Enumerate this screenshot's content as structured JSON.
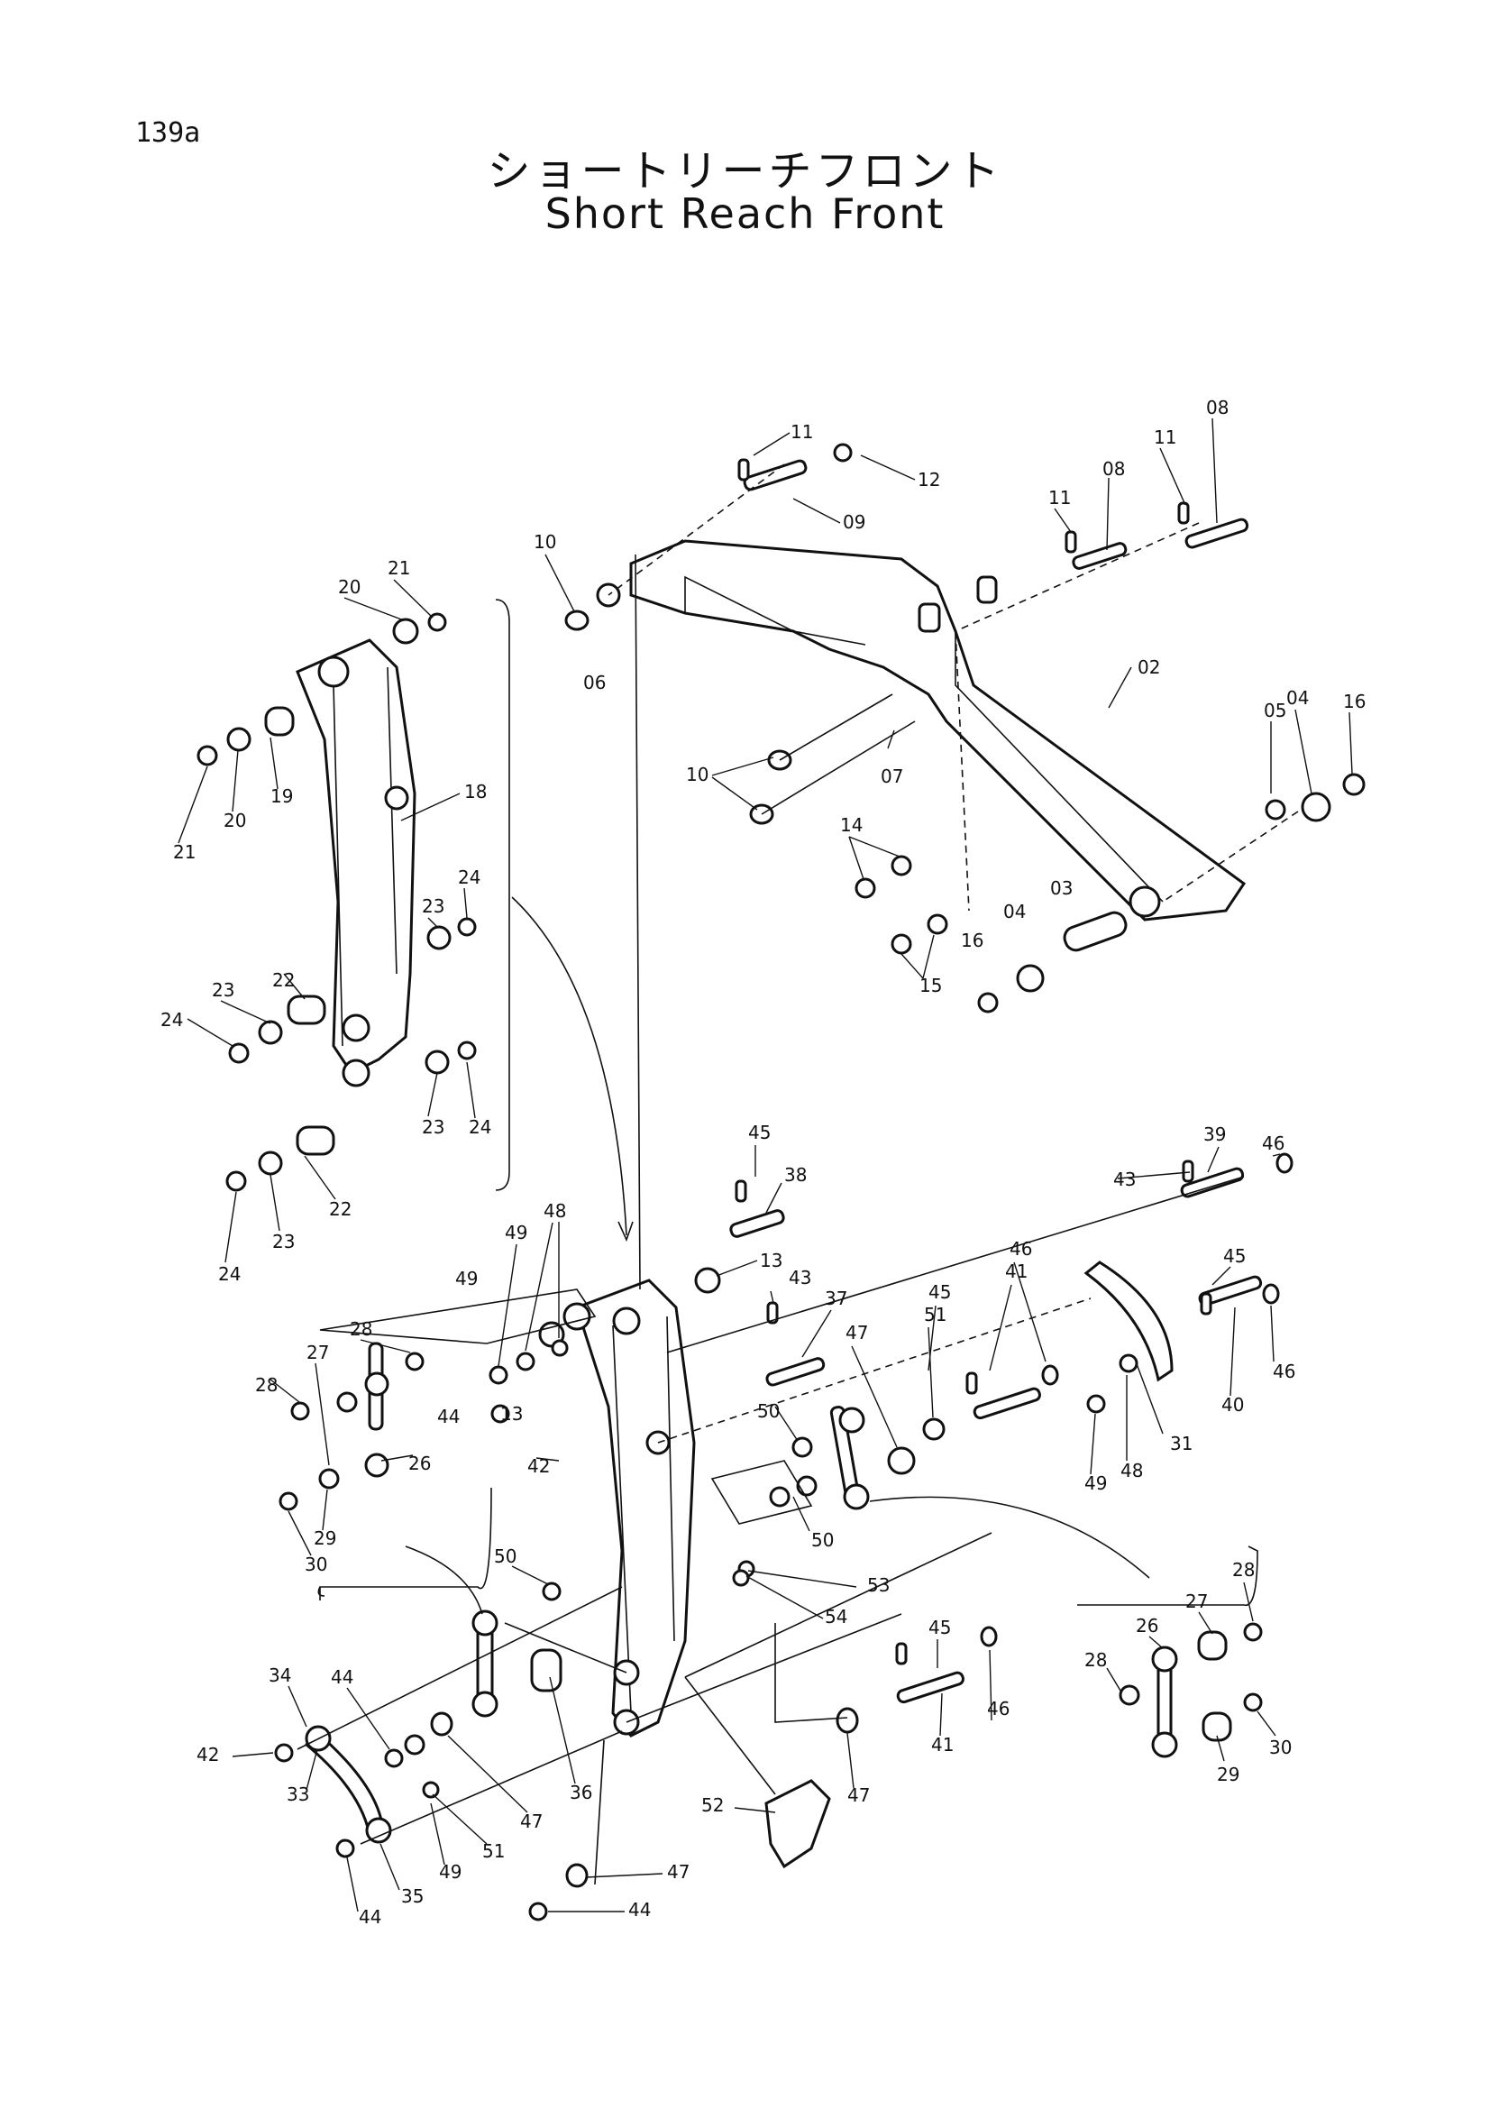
{
  "page_number": "139a",
  "title_jp": "ショートリーチフロント",
  "title_en": "Short Reach Front",
  "callouts": [
    {
      "id": "11"
    },
    {
      "id": "12"
    },
    {
      "id": "09"
    },
    {
      "id": "08"
    },
    {
      "id": "08"
    },
    {
      "id": "11"
    },
    {
      "id": "11"
    },
    {
      "id": "10"
    },
    {
      "id": "06"
    },
    {
      "id": "02"
    },
    {
      "id": "05"
    },
    {
      "id": "04"
    },
    {
      "id": "16"
    },
    {
      "id": "10"
    },
    {
      "id": "07"
    },
    {
      "id": "14"
    },
    {
      "id": "15"
    },
    {
      "id": "16"
    },
    {
      "id": "04"
    },
    {
      "id": "03"
    },
    {
      "id": "21"
    },
    {
      "id": "20"
    },
    {
      "id": "18"
    },
    {
      "id": "19"
    },
    {
      "id": "20"
    },
    {
      "id": "21"
    },
    {
      "id": "24"
    },
    {
      "id": "23"
    },
    {
      "id": "22"
    },
    {
      "id": "23"
    },
    {
      "id": "24"
    },
    {
      "id": "23"
    },
    {
      "id": "24"
    },
    {
      "id": "22"
    },
    {
      "id": "23"
    },
    {
      "id": "24"
    },
    {
      "id": "45"
    },
    {
      "id": "38"
    },
    {
      "id": "13"
    },
    {
      "id": "49"
    },
    {
      "id": "48"
    },
    {
      "id": "49"
    },
    {
      "id": "43"
    },
    {
      "id": "37"
    },
    {
      "id": "44"
    },
    {
      "id": "13"
    },
    {
      "id": "43"
    },
    {
      "id": "39"
    },
    {
      "id": "46"
    },
    {
      "id": "41"
    },
    {
      "id": "46"
    },
    {
      "id": "45"
    },
    {
      "id": "45"
    },
    {
      "id": "46"
    },
    {
      "id": "47"
    },
    {
      "id": "51"
    },
    {
      "id": "50"
    },
    {
      "id": "42"
    },
    {
      "id": "31"
    },
    {
      "id": "40"
    },
    {
      "id": "48"
    },
    {
      "id": "49"
    },
    {
      "id": "50"
    },
    {
      "id": "28"
    },
    {
      "id": "27"
    },
    {
      "id": "28"
    },
    {
      "id": "26"
    },
    {
      "id": "29"
    },
    {
      "id": "30"
    },
    {
      "id": "50"
    },
    {
      "id": "53"
    },
    {
      "id": "54"
    },
    {
      "id": "45"
    },
    {
      "id": "46"
    },
    {
      "id": "41"
    },
    {
      "id": "34"
    },
    {
      "id": "44"
    },
    {
      "id": "42"
    },
    {
      "id": "33"
    },
    {
      "id": "36"
    },
    {
      "id": "47"
    },
    {
      "id": "51"
    },
    {
      "id": "49"
    },
    {
      "id": "35"
    },
    {
      "id": "44"
    },
    {
      "id": "52"
    },
    {
      "id": "47"
    },
    {
      "id": "47"
    },
    {
      "id": "44"
    },
    {
      "id": "28"
    },
    {
      "id": "27"
    },
    {
      "id": "26"
    },
    {
      "id": "28"
    },
    {
      "id": "30"
    },
    {
      "id": "29"
    }
  ]
}
